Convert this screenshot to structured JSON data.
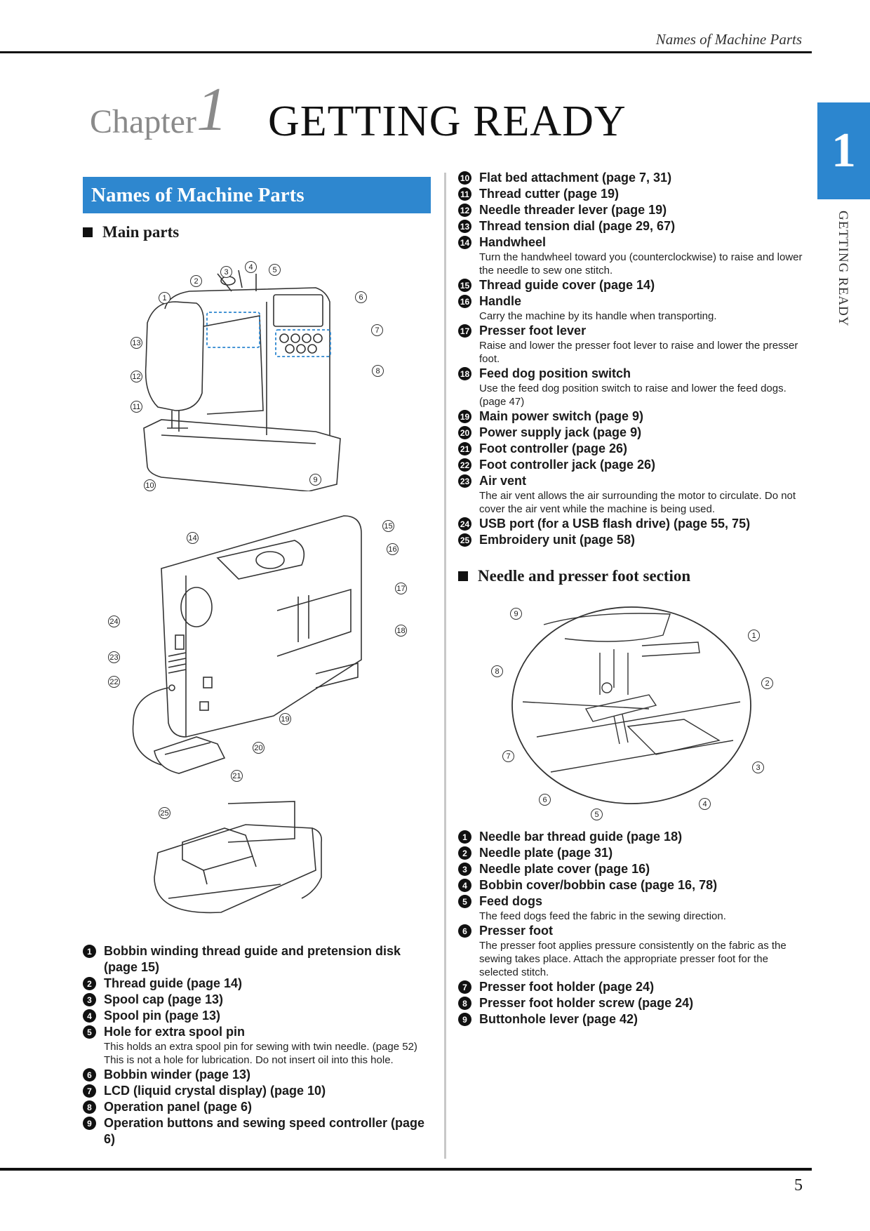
{
  "header": {
    "running_head": "Names of Machine Parts"
  },
  "chapter": {
    "word": "Chapter",
    "number": "1",
    "title": "GETTING READY"
  },
  "side_tab": {
    "number": "1",
    "label": "GETTING READY"
  },
  "section": {
    "title": "Names of Machine Parts"
  },
  "headings": {
    "main_parts": "Main parts",
    "needle_section": "Needle and presser foot section"
  },
  "main_parts_figure_callouts": [
    "1",
    "2",
    "3",
    "4",
    "5",
    "6",
    "7",
    "8",
    "9",
    "10",
    "11",
    "12",
    "13"
  ],
  "side_view_callouts": [
    "14",
    "15",
    "16",
    "17",
    "18",
    "19",
    "20",
    "21",
    "22",
    "23",
    "24"
  ],
  "embroidery_callout": "25",
  "needle_figure_callouts": [
    "1",
    "2",
    "3",
    "4",
    "5",
    "6",
    "7",
    "8",
    "9"
  ],
  "main_parts_left": [
    {
      "n": "1",
      "label": "Bobbin winding thread guide and pretension disk (page 15)"
    },
    {
      "n": "2",
      "label": "Thread guide (page 14)"
    },
    {
      "n": "3",
      "label": "Spool cap (page 13)"
    },
    {
      "n": "4",
      "label": "Spool pin (page 13)"
    },
    {
      "n": "5",
      "label": "Hole for extra spool pin",
      "desc": "This holds an extra spool pin for sewing with twin needle. (page 52) This is not a hole for lubrication. Do not insert oil into this hole."
    },
    {
      "n": "6",
      "label": "Bobbin winder (page 13)"
    },
    {
      "n": "7",
      "label": "LCD (liquid crystal display) (page 10)"
    },
    {
      "n": "8",
      "label": "Operation panel (page 6)"
    },
    {
      "n": "9",
      "label": "Operation buttons and sewing speed controller (page 6)"
    }
  ],
  "main_parts_right": [
    {
      "n": "10",
      "label": "Flat bed attachment (page 7, 31)"
    },
    {
      "n": "11",
      "label": "Thread cutter (page 19)"
    },
    {
      "n": "12",
      "label": "Needle threader lever (page 19)"
    },
    {
      "n": "13",
      "label": "Thread tension dial (page 29, 67)"
    },
    {
      "n": "14",
      "label": "Handwheel",
      "desc": "Turn the handwheel toward you (counterclockwise) to raise and lower the needle to sew one stitch."
    },
    {
      "n": "15",
      "label": "Thread guide cover (page 14)"
    },
    {
      "n": "16",
      "label": "Handle",
      "desc": "Carry the machine by its handle when transporting."
    },
    {
      "n": "17",
      "label": "Presser foot lever",
      "desc": "Raise and lower the presser foot lever to raise and lower the presser foot."
    },
    {
      "n": "18",
      "label": "Feed dog position switch",
      "desc": "Use the feed dog position switch to raise and lower the feed dogs. (page 47)"
    },
    {
      "n": "19",
      "label": "Main power switch (page 9)"
    },
    {
      "n": "20",
      "label": "Power supply jack (page 9)"
    },
    {
      "n": "21",
      "label": "Foot controller (page 26)"
    },
    {
      "n": "22",
      "label": "Foot controller jack (page 26)"
    },
    {
      "n": "23",
      "label": "Air vent",
      "desc": "The air vent allows the air surrounding the motor to circulate. Do not cover the air vent while the machine is being used."
    },
    {
      "n": "24",
      "label": "USB port (for a USB flash drive) (page 55, 75)"
    },
    {
      "n": "25",
      "label": "Embroidery unit (page 58)"
    }
  ],
  "needle_parts": [
    {
      "n": "1",
      "label": "Needle bar thread guide (page 18)"
    },
    {
      "n": "2",
      "label": "Needle plate (page 31)"
    },
    {
      "n": "3",
      "label": "Needle plate cover (page 16)"
    },
    {
      "n": "4",
      "label": "Bobbin cover/bobbin case (page 16, 78)"
    },
    {
      "n": "5",
      "label": "Feed dogs",
      "desc": "The feed dogs feed the fabric in the sewing direction."
    },
    {
      "n": "6",
      "label": "Presser foot",
      "desc": "The presser foot applies pressure consistently on the fabric as the sewing takes place. Attach the appropriate presser foot for the selected stitch."
    },
    {
      "n": "7",
      "label": "Presser foot holder (page 24)"
    },
    {
      "n": "8",
      "label": "Presser foot holder screw (page 24)"
    },
    {
      "n": "9",
      "label": "Buttonhole lever (page 42)"
    }
  ],
  "footer": {
    "page_number": "5"
  },
  "colors": {
    "accent_blue": "#2e87cf",
    "panel_highlight": "#2c86cf"
  }
}
